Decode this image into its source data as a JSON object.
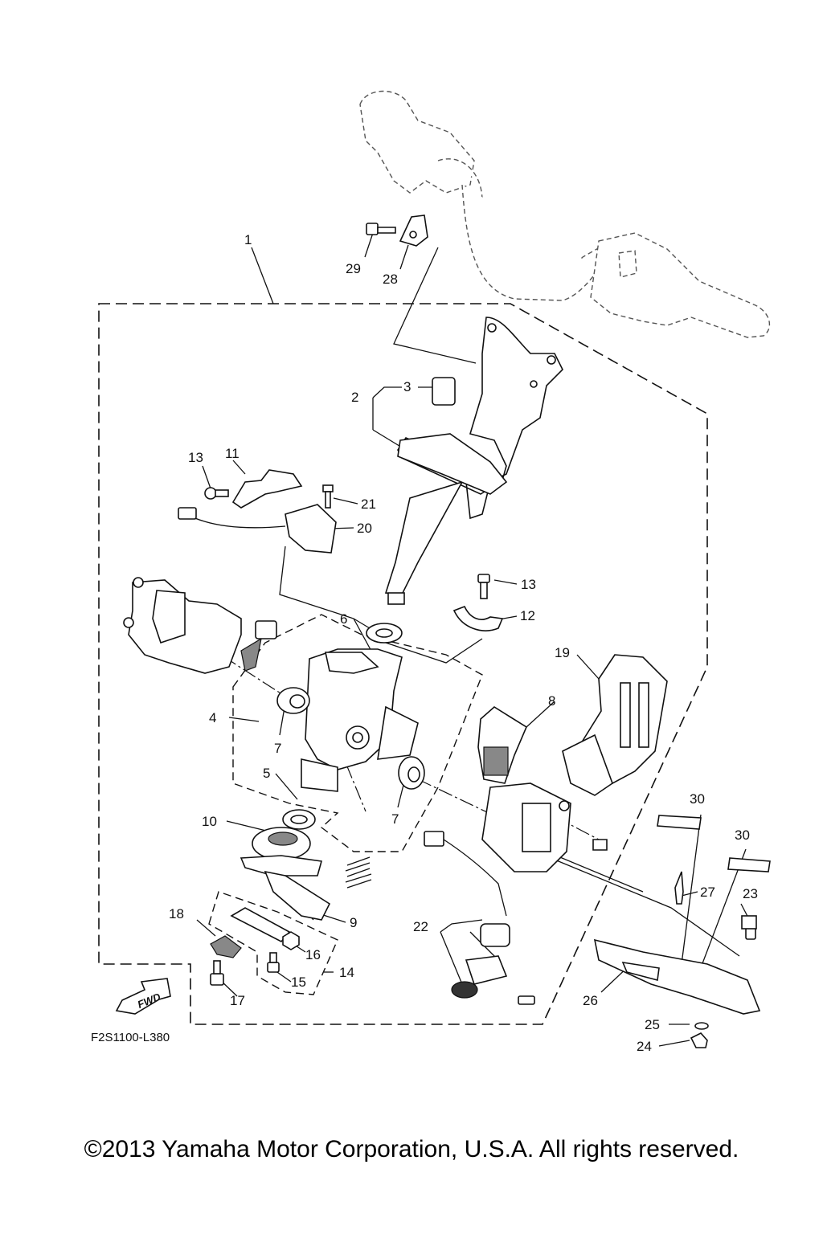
{
  "diagram": {
    "drawing_code": "F2S1100-L380",
    "direction_marker": "FWD",
    "callouts": [
      "1",
      "2",
      "3",
      "4",
      "5",
      "6",
      "7",
      "7",
      "8",
      "9",
      "10",
      "11",
      "12",
      "13",
      "13",
      "14",
      "15",
      "16",
      "17",
      "18",
      "19",
      "20",
      "21",
      "22",
      "23",
      "24",
      "25",
      "26",
      "27",
      "28",
      "29",
      "30",
      "30"
    ]
  },
  "footer": {
    "copyright": "©2013 Yamaha Motor Corporation, U.S.A. All rights reserved."
  }
}
